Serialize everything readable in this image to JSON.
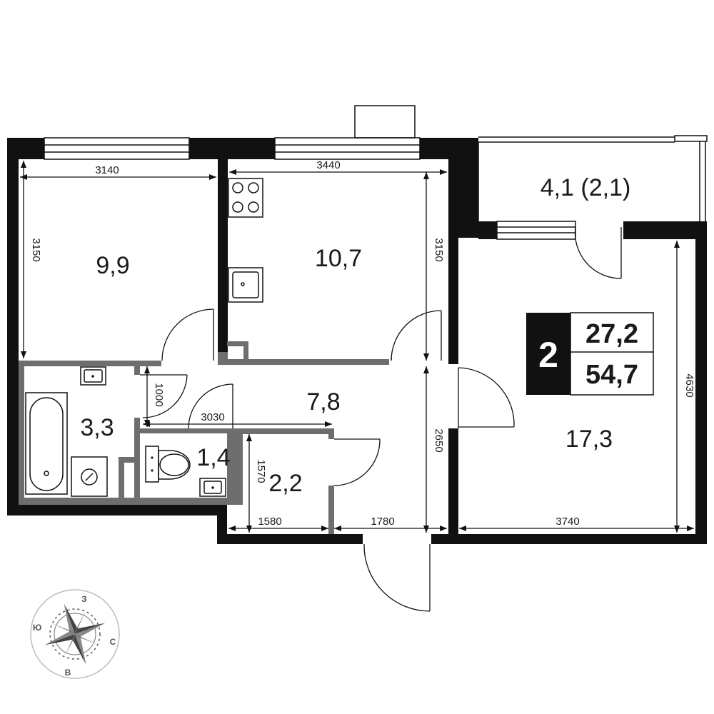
{
  "rooms": {
    "bedroom": "9,9",
    "kitchen": "10,7",
    "balcony": "4,1 (2,1)",
    "living": "17,3",
    "bathroom": "3,3",
    "hall": "7,8",
    "toilet": "1,4",
    "storage": "2,2"
  },
  "badge": {
    "rooms_count": "2",
    "living_area": "27,2",
    "total_area": "54,7"
  },
  "dimensions": {
    "bedroom_width": "3140",
    "bedroom_depth": "3150",
    "kitchen_width": "3440",
    "kitchen_depth": "3150",
    "hall_length": "3030",
    "hall_depth": "1000",
    "storage_width": "1580",
    "storage_depth": "1570",
    "entry_width": "1780",
    "corridor_depth": "2650",
    "living_width": "3740",
    "living_depth": "4630"
  },
  "compass": {
    "north": "З",
    "south": "В",
    "west": "Ю",
    "east": "С"
  }
}
